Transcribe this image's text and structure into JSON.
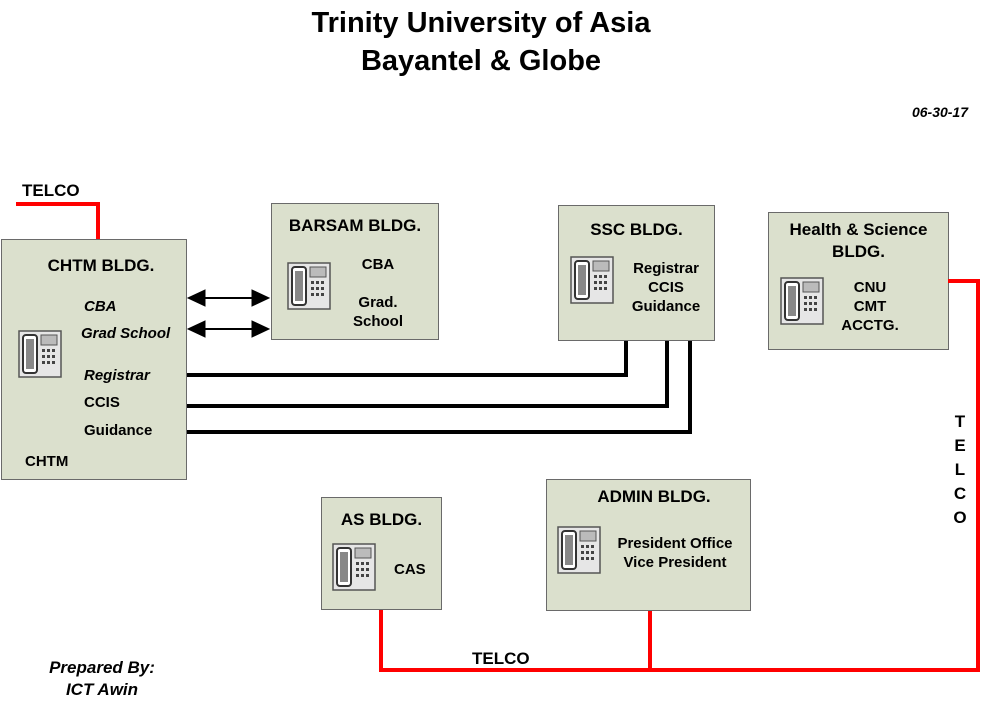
{
  "title": {
    "line1": "Trinity University of Asia",
    "line2": "Bayantel & Globe"
  },
  "date": "06-30-17",
  "telco_labels": {
    "top_left": "TELCO",
    "bottom": "TELCO",
    "right_vertical": [
      "T",
      "E",
      "L",
      "C",
      "O"
    ]
  },
  "buildings": {
    "chtm": {
      "name": "CHTM BLDG.",
      "items": [
        "CBA",
        "Grad School",
        "Registrar",
        "CCIS",
        "Guidance",
        "CHTM"
      ]
    },
    "barsam": {
      "name": "BARSAM BLDG.",
      "items": [
        "CBA",
        "Grad.",
        "School"
      ]
    },
    "ssc": {
      "name": "SSC BLDG.",
      "items": [
        "Registrar",
        "CCIS",
        "Guidance"
      ]
    },
    "health": {
      "name_line1": "Health & Science",
      "name_line2": "BLDG.",
      "items": [
        "CNU",
        "CMT",
        "ACCTG."
      ]
    },
    "as": {
      "name": "AS BLDG.",
      "items": [
        "CAS"
      ]
    },
    "admin": {
      "name": "ADMIN BLDG.",
      "items": [
        "President Office",
        "Vice President"
      ]
    }
  },
  "prepared_by": {
    "line1": "Prepared By:",
    "line2": "ICT Awin"
  },
  "colors": {
    "box_fill": "#dbe0cd",
    "telco_line": "#ff0000",
    "link_line": "#000000"
  },
  "icons": {
    "phone": "telephone-icon",
    "arrow": "double-arrow-icon"
  }
}
